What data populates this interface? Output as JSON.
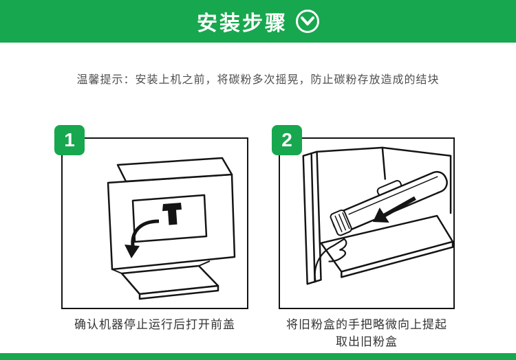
{
  "header": {
    "title": "安装步骤"
  },
  "tip": {
    "text": "温馨提示：安装上机之前，将碳粉多次摇晃，防止碳粉存放造成的结块"
  },
  "steps": [
    {
      "number": "1",
      "caption": "确认机器停止运行后打开前盖",
      "illustration": "copier-front-cover-opened-with-arrow"
    },
    {
      "number": "2",
      "caption": "将旧粉盒的手把略微向上提起取出旧粉盒",
      "illustration": "hand-pulling-old-toner-cartridge-out-with-arrow"
    }
  ],
  "colors": {
    "accent_green": "#17a74e"
  }
}
